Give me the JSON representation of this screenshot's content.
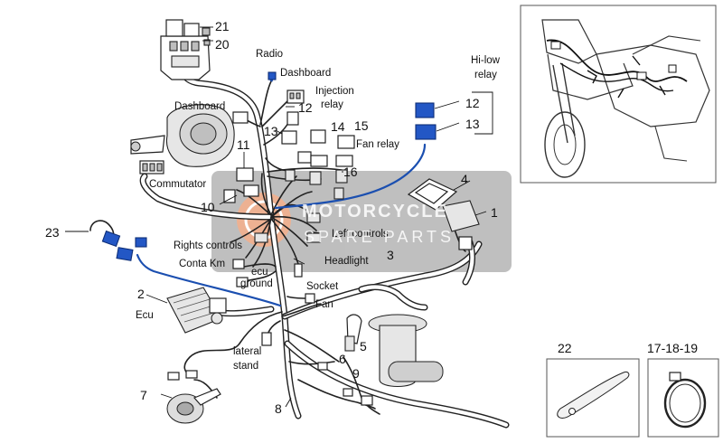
{
  "labels": {
    "radio": "Radio",
    "dashboard_top": "Dashboard",
    "dashboard_left": "Dashboard",
    "injection_relay": "Injection\nrelay",
    "injection_line1": "Injection",
    "injection_line2": "relay",
    "hi_low_line1": "Hi-low",
    "hi_low_line2": "relay",
    "fan_relay": "Fan relay",
    "commutator": "Commutator",
    "rights_controls": "Rights controls",
    "left_controls": "Left controls",
    "conta_km": "Conta Km",
    "ecu_ground_line1": "ecu",
    "ecu_ground_line2": "ground",
    "headlight": "Headlight",
    "socket": "Socket",
    "fan": "Fan",
    "ecu": "Ecu",
    "lateral_stand_line1": "lateral",
    "lateral_stand_line2": "stand"
  },
  "numbers": {
    "n21": "21",
    "n20": "20",
    "n12a": "12",
    "n13a": "13",
    "n14": "14",
    "n15": "15",
    "n11": "11",
    "n16": "16",
    "n10": "10",
    "n12b": "12",
    "n13b": "13",
    "n4": "4",
    "n1": "1",
    "n3": "3",
    "n23": "23",
    "n2": "2",
    "n5": "5",
    "n6": "6",
    "n9": "9",
    "n7": "7",
    "n8": "8",
    "n22": "22",
    "n17_18_19": "17-18-19"
  },
  "watermark": {
    "line1": "MOTORCYCLE",
    "line2": "SPARE PARTS"
  },
  "colors": {
    "highlight_parts": "#2357c5",
    "watermark_panel": "#8a8a8a",
    "watermark_logo": "#e0733a"
  }
}
